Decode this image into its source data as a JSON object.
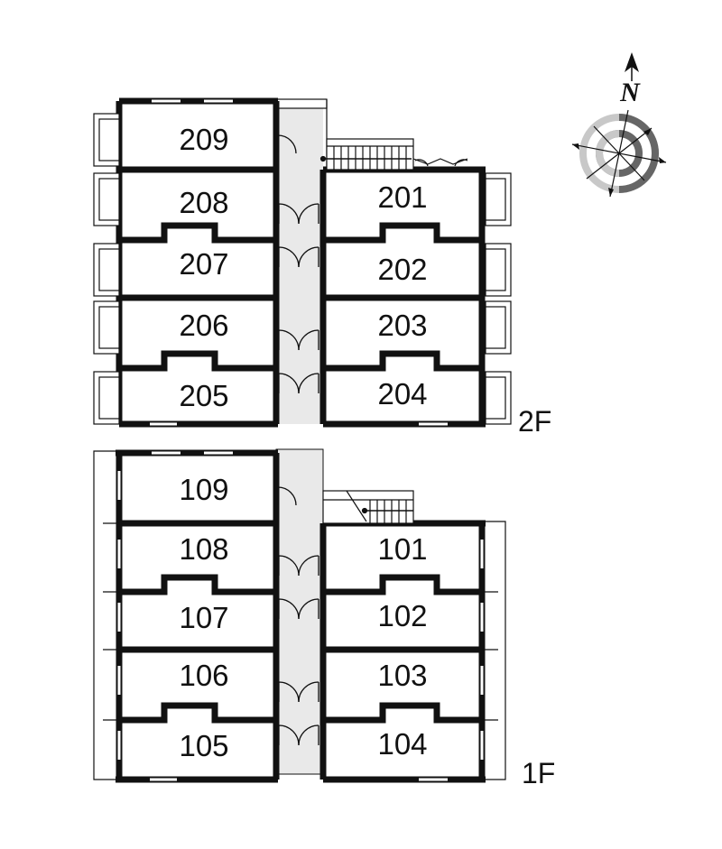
{
  "compass": {
    "north_label": "N",
    "icon": "compass-rose-icon"
  },
  "floors": [
    {
      "key": "2f",
      "label": "2F",
      "west_units": [
        "209",
        "208",
        "207",
        "206",
        "205"
      ],
      "east_units": [
        "201",
        "202",
        "203",
        "204"
      ]
    },
    {
      "key": "1f",
      "label": "1F",
      "west_units": [
        "109",
        "108",
        "107",
        "106",
        "105"
      ],
      "east_units": [
        "101",
        "102",
        "103",
        "104"
      ]
    }
  ],
  "colors": {
    "wall": "#111111",
    "corridor": "#e9e9e9",
    "compass_light": "#c8c8c8",
    "compass_dark": "#666666"
  }
}
